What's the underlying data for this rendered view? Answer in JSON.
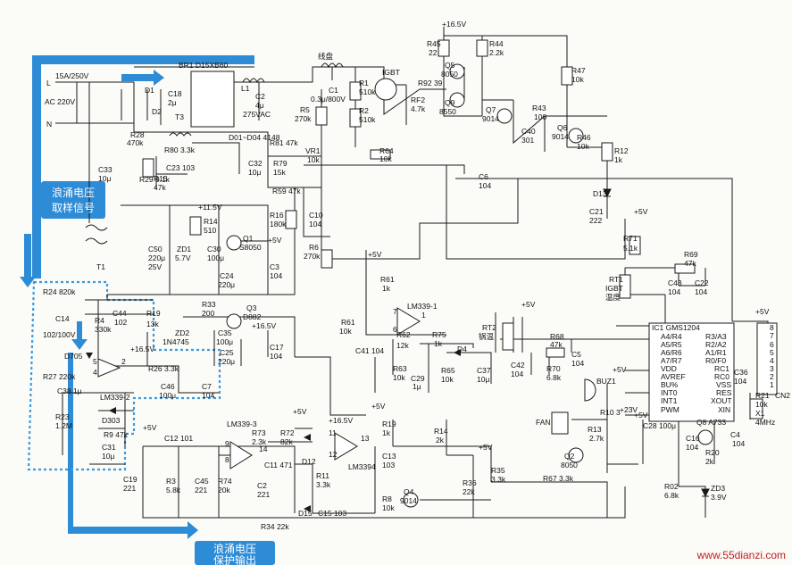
{
  "title": "",
  "watermark": "www.55dianzi.com",
  "callouts": {
    "sample_in": [
      "浪涌电压",
      "取样信号"
    ],
    "detect_out": [
      "浪涌电压",
      "保护输出"
    ]
  },
  "rails": {
    "p16_top": "+16.5V",
    "p11": "+11.5V",
    "p5_a": "+5V"
  },
  "colors": {
    "accent": "#2e8bd6",
    "wire": "#1a1a1a",
    "watermark": "#c21e1e"
  },
  "labels": [
    {
      "id": "fuse",
      "t": "15A/250V"
    },
    {
      "id": "L",
      "t": "L"
    },
    {
      "id": "N",
      "t": "N"
    },
    {
      "id": "ac",
      "t": "AC 220V"
    },
    {
      "id": "br1",
      "t": "BR1 D15XB60"
    },
    {
      "id": "d1",
      "t": "D1"
    },
    {
      "id": "d2",
      "t": "D2"
    },
    {
      "id": "c18",
      "t": "C18"
    },
    {
      "id": "c18v",
      "t": "2μ"
    },
    {
      "id": "t3",
      "t": "T3"
    },
    {
      "id": "l1",
      "t": "L1"
    },
    {
      "id": "c2",
      "t": "C2"
    },
    {
      "id": "c2v",
      "t": "4μ"
    },
    {
      "id": "c2u",
      "t": "275VAC"
    },
    {
      "id": "coil",
      "t": "线盘"
    },
    {
      "id": "c1",
      "t": "C1"
    },
    {
      "id": "c1v",
      "t": "0.3μ/800V"
    },
    {
      "id": "r1",
      "t": "R1"
    },
    {
      "id": "r1v",
      "t": "510k"
    },
    {
      "id": "r2",
      "t": "R2"
    },
    {
      "id": "r2v",
      "t": "510k"
    },
    {
      "id": "igbt",
      "t": "IGBT"
    },
    {
      "id": "r5",
      "t": "R5"
    },
    {
      "id": "r5v",
      "t": "270k"
    },
    {
      "id": "r28",
      "t": "R28"
    },
    {
      "id": "r28v",
      "t": "470k"
    },
    {
      "id": "r80",
      "t": "R80 3.3k"
    },
    {
      "id": "c23",
      "t": "C23 103"
    },
    {
      "id": "d01",
      "t": "D01~D04 4148"
    },
    {
      "id": "r81",
      "t": "R81 47k"
    },
    {
      "id": "c32",
      "t": "C32"
    },
    {
      "id": "c32v",
      "t": "10μ"
    },
    {
      "id": "r79",
      "t": "R79"
    },
    {
      "id": "r79v",
      "t": "15k"
    },
    {
      "id": "vr1",
      "t": "VR1"
    },
    {
      "id": "vr1v",
      "t": "10k"
    },
    {
      "id": "r59",
      "t": "R59 47k"
    },
    {
      "id": "c33",
      "t": "C33"
    },
    {
      "id": "c33v",
      "t": "10μ"
    },
    {
      "id": "r29",
      "t": "R29 9.1k"
    },
    {
      "id": "r15",
      "t": "R15"
    },
    {
      "id": "r15v",
      "t": "47k"
    },
    {
      "id": "r64",
      "t": "R64"
    },
    {
      "id": "r64v",
      "t": "10k"
    },
    {
      "id": "c6",
      "t": "C6"
    },
    {
      "id": "c6v",
      "t": "104"
    },
    {
      "id": "p165",
      "t": "+16.5V"
    },
    {
      "id": "r45",
      "t": "R45"
    },
    {
      "id": "r45v",
      "t": "22"
    },
    {
      "id": "r44",
      "t": "R44"
    },
    {
      "id": "r44v",
      "t": "2.2k"
    },
    {
      "id": "q5",
      "t": "Q5"
    },
    {
      "id": "q5v",
      "t": "8050"
    },
    {
      "id": "q9",
      "t": "Q9"
    },
    {
      "id": "q9v",
      "t": "8550"
    },
    {
      "id": "r92",
      "t": "R92 39"
    },
    {
      "id": "rf2",
      "t": "RF2"
    },
    {
      "id": "rf2v",
      "t": "4.7k"
    },
    {
      "id": "q7",
      "t": "Q7"
    },
    {
      "id": "q7v",
      "t": "9014"
    },
    {
      "id": "c40",
      "t": "C40"
    },
    {
      "id": "c40v",
      "t": "301"
    },
    {
      "id": "r43",
      "t": "R43"
    },
    {
      "id": "r43v",
      "t": "100"
    },
    {
      "id": "q6",
      "t": "Q6"
    },
    {
      "id": "q6v",
      "t": "9014"
    },
    {
      "id": "r47",
      "t": "R47"
    },
    {
      "id": "r47v",
      "t": "10k"
    },
    {
      "id": "r46",
      "t": "R46"
    },
    {
      "id": "r46v",
      "t": "10k"
    },
    {
      "id": "r12",
      "t": "R12"
    },
    {
      "id": "r12v",
      "t": "1k"
    },
    {
      "id": "d13",
      "t": "D13"
    },
    {
      "id": "c21",
      "t": "C21"
    },
    {
      "id": "c21v",
      "t": "222"
    },
    {
      "id": "p115",
      "t": "+11.5V"
    },
    {
      "id": "r14",
      "t": "R14"
    },
    {
      "id": "r14v",
      "t": "510"
    },
    {
      "id": "q1",
      "t": "Q1"
    },
    {
      "id": "q1v",
      "t": "S8050"
    },
    {
      "id": "p5a",
      "t": "+5V"
    },
    {
      "id": "c50",
      "t": "C50"
    },
    {
      "id": "c50v",
      "t": "220μ"
    },
    {
      "id": "c50u",
      "t": "25V"
    },
    {
      "id": "zd1",
      "t": "ZD1"
    },
    {
      "id": "zd1v",
      "t": "5.7V"
    },
    {
      "id": "c30",
      "t": "C30"
    },
    {
      "id": "c30v",
      "t": "100μ"
    },
    {
      "id": "c24",
      "t": "C24"
    },
    {
      "id": "c24v",
      "t": "220μ"
    },
    {
      "id": "c3",
      "t": "C3"
    },
    {
      "id": "c3v",
      "t": "104"
    },
    {
      "id": "r16",
      "t": "R16"
    },
    {
      "id": "r16v",
      "t": "180k"
    },
    {
      "id": "c10",
      "t": "C10"
    },
    {
      "id": "c10v",
      "t": "104"
    },
    {
      "id": "r6",
      "t": "R6"
    },
    {
      "id": "r6v",
      "t": "270k"
    },
    {
      "id": "t1",
      "t": "T1"
    },
    {
      "id": "r24",
      "t": "R24 820k"
    },
    {
      "id": "c14",
      "t": "C14"
    },
    {
      "id": "c14v",
      "t": "102/100V"
    },
    {
      "id": "r4",
      "t": "R4"
    },
    {
      "id": "r4v",
      "t": "330k"
    },
    {
      "id": "c44",
      "t": "C44"
    },
    {
      "id": "c44v",
      "t": "102"
    },
    {
      "id": "r19",
      "t": "R19"
    },
    {
      "id": "r19v",
      "t": "13k"
    },
    {
      "id": "d705",
      "t": "D705"
    },
    {
      "id": "p165b",
      "t": "+16.5V"
    },
    {
      "id": "r27",
      "t": "R27 220k"
    },
    {
      "id": "lm2",
      "t": "LM339-2"
    },
    {
      "id": "r26",
      "t": "R26 3.3k"
    },
    {
      "id": "c46",
      "t": "C46"
    },
    {
      "id": "c46v",
      "t": "100μ"
    },
    {
      "id": "c7",
      "t": "C7"
    },
    {
      "id": "c7v",
      "t": "104"
    },
    {
      "id": "c38",
      "t": "C38 1μ"
    },
    {
      "id": "d303",
      "t": "D303"
    },
    {
      "id": "r9",
      "t": "R9 47k"
    },
    {
      "id": "p5b",
      "t": "+5V"
    },
    {
      "id": "c31",
      "t": "C31"
    },
    {
      "id": "c31v",
      "t": "10μ"
    },
    {
      "id": "r23",
      "t": "R23"
    },
    {
      "id": "r23v",
      "t": "1.2M"
    },
    {
      "id": "r33",
      "t": "R33"
    },
    {
      "id": "r33v",
      "t": "200"
    },
    {
      "id": "q3",
      "t": "Q3"
    },
    {
      "id": "q3v",
      "t": "D882"
    },
    {
      "id": "p165c",
      "t": "+16.5V"
    },
    {
      "id": "zd2",
      "t": "ZD2"
    },
    {
      "id": "zd2v",
      "t": "1N4745"
    },
    {
      "id": "c35",
      "t": "C35"
    },
    {
      "id": "c35v",
      "t": "100μ"
    },
    {
      "id": "c25",
      "t": "C25"
    },
    {
      "id": "c25v",
      "t": "220μ"
    },
    {
      "id": "c17",
      "t": "C17"
    },
    {
      "id": "c17v",
      "t": "104"
    },
    {
      "id": "p5c",
      "t": "+5V"
    },
    {
      "id": "r61",
      "t": "R61"
    },
    {
      "id": "r61v",
      "t": "1k"
    },
    {
      "id": "lm1",
      "t": "LM339-1"
    },
    {
      "id": "r61b",
      "t": "R61"
    },
    {
      "id": "r61bv",
      "t": "10k"
    },
    {
      "id": "c41",
      "t": "C41 104"
    },
    {
      "id": "r62",
      "t": "R62"
    },
    {
      "id": "r62v",
      "t": "12k"
    },
    {
      "id": "r75",
      "t": "R75"
    },
    {
      "id": "r75v",
      "t": "1k"
    },
    {
      "id": "d4",
      "t": "D4"
    },
    {
      "id": "r63",
      "t": "R63"
    },
    {
      "id": "r63v",
      "t": "10k"
    },
    {
      "id": "c29",
      "t": "C29"
    },
    {
      "id": "c29v",
      "t": "1μ"
    },
    {
      "id": "r65",
      "t": "R65"
    },
    {
      "id": "r65v",
      "t": "10k"
    },
    {
      "id": "c37",
      "t": "C37"
    },
    {
      "id": "c37v",
      "t": "10μ"
    },
    {
      "id": "p5d",
      "t": "+5V"
    },
    {
      "id": "rt2",
      "t": "RT2"
    },
    {
      "id": "rt2v",
      "t": "锅温"
    },
    {
      "id": "r68",
      "t": "R68"
    },
    {
      "id": "r68v",
      "t": "47k"
    },
    {
      "id": "c42",
      "t": "C42"
    },
    {
      "id": "c42v",
      "t": "104"
    },
    {
      "id": "r70",
      "t": "R70"
    },
    {
      "id": "r70v",
      "t": "6.8k"
    },
    {
      "id": "c5",
      "t": "C5"
    },
    {
      "id": "c5v",
      "t": "104"
    },
    {
      "id": "p5e",
      "t": "+5V"
    },
    {
      "id": "r71",
      "t": "R71"
    },
    {
      "id": "r71v",
      "t": "5.1k"
    },
    {
      "id": "r69",
      "t": "R69"
    },
    {
      "id": "r69v",
      "t": "47k"
    },
    {
      "id": "rt1",
      "t": "RT1"
    },
    {
      "id": "rt1v",
      "t": "IGBT"
    },
    {
      "id": "rt1u",
      "t": "温度"
    },
    {
      "id": "c43",
      "t": "C43"
    },
    {
      "id": "c43v",
      "t": "104"
    },
    {
      "id": "c22",
      "t": "C22"
    },
    {
      "id": "c22v",
      "t": "104"
    },
    {
      "id": "p5f",
      "t": "+5V"
    },
    {
      "id": "ic1",
      "t": "IC1 GMS1204"
    },
    {
      "id": "pa4",
      "t": "A4/R4"
    },
    {
      "id": "pr3",
      "t": "R3/A3"
    },
    {
      "id": "pa5",
      "t": "A5/R5"
    },
    {
      "id": "pr2",
      "t": "R2/A2"
    },
    {
      "id": "pa6",
      "t": "A6/R6"
    },
    {
      "id": "pa1",
      "t": "A1/R1"
    },
    {
      "id": "pa7",
      "t": "A7/R7"
    },
    {
      "id": "pr0",
      "t": "R0/F0"
    },
    {
      "id": "pvdd",
      "t": "VDD"
    },
    {
      "id": "prc1",
      "t": "RC1"
    },
    {
      "id": "pavr",
      "t": "AVREF"
    },
    {
      "id": "prc0",
      "t": "RC0"
    },
    {
      "id": "pbu",
      "t": "BU%"
    },
    {
      "id": "pvss",
      "t": "VSS"
    },
    {
      "id": "pint0",
      "t": "INT0"
    },
    {
      "id": "pres",
      "t": "RES"
    },
    {
      "id": "pint1",
      "t": "INT1"
    },
    {
      "id": "pxout",
      "t": "XOUT"
    },
    {
      "id": "ppwm",
      "t": "PWM"
    },
    {
      "id": "pxin",
      "t": "XIN"
    },
    {
      "id": "p5g",
      "t": "+5V"
    },
    {
      "id": "c36",
      "t": "C36"
    },
    {
      "id": "c36v",
      "t": "104"
    },
    {
      "id": "r21",
      "t": "R21"
    },
    {
      "id": "r21v",
      "t": "10k"
    },
    {
      "id": "cn2",
      "t": "CN2"
    },
    {
      "id": "x1",
      "t": "X1"
    },
    {
      "id": "x1v",
      "t": "4MHz"
    },
    {
      "id": "c4",
      "t": "C4"
    },
    {
      "id": "c4v",
      "t": "104"
    },
    {
      "id": "buz1",
      "t": "BUZ1"
    },
    {
      "id": "p23",
      "t": "+23V"
    },
    {
      "id": "r10",
      "t": "R10 3"
    },
    {
      "id": "fan",
      "t": "FAN"
    },
    {
      "id": "r13",
      "t": "R13"
    },
    {
      "id": "r13v",
      "t": "2.7k"
    },
    {
      "id": "q2",
      "t": "Q2"
    },
    {
      "id": "q2v",
      "t": "8050"
    },
    {
      "id": "p5h",
      "t": "+5V"
    },
    {
      "id": "c28",
      "t": "C28 100μ"
    },
    {
      "id": "c16",
      "t": "C16"
    },
    {
      "id": "c16v",
      "t": "104"
    },
    {
      "id": "q8",
      "t": "Q8 A733"
    },
    {
      "id": "r20",
      "t": "R20"
    },
    {
      "id": "r20v",
      "t": "2k"
    },
    {
      "id": "r02",
      "t": "R02"
    },
    {
      "id": "r02v",
      "t": "6.8k"
    },
    {
      "id": "zd3",
      "t": "ZD3"
    },
    {
      "id": "zd3v",
      "t": "3.9V"
    },
    {
      "id": "lm3",
      "t": "LM339-3"
    },
    {
      "id": "r73",
      "t": "R73"
    },
    {
      "id": "r73v",
      "t": "2.3k"
    },
    {
      "id": "r72",
      "t": "R72"
    },
    {
      "id": "r72v",
      "t": "82k"
    },
    {
      "id": "d12",
      "t": "D12"
    },
    {
      "id": "p5i",
      "t": "+5V"
    },
    {
      "id": "c12",
      "t": "C12 101"
    },
    {
      "id": "c11",
      "t": "C11 471"
    },
    {
      "id": "c2b",
      "t": "C2"
    },
    {
      "id": "c2bv",
      "t": "221"
    },
    {
      "id": "r11",
      "t": "R11"
    },
    {
      "id": "r11v",
      "t": "3.3k"
    },
    {
      "id": "c19",
      "t": "C19"
    },
    {
      "id": "c19v",
      "t": "221"
    },
    {
      "id": "r3",
      "t": "R3"
    },
    {
      "id": "r3v",
      "t": "5.8k"
    },
    {
      "id": "c45",
      "t": "C45"
    },
    {
      "id": "c45v",
      "t": "221"
    },
    {
      "id": "r74",
      "t": "R74"
    },
    {
      "id": "r74v",
      "t": "20k"
    },
    {
      "id": "d15",
      "t": "D15"
    },
    {
      "id": "c15",
      "t": "C15 103"
    },
    {
      "id": "r34",
      "t": "R34 22k"
    },
    {
      "id": "p165d",
      "t": "+16.5V"
    },
    {
      "id": "lm4",
      "t": "LM3394"
    },
    {
      "id": "p5j",
      "t": "+5V"
    },
    {
      "id": "r19b",
      "t": "R19"
    },
    {
      "id": "r19bv",
      "t": "1k"
    },
    {
      "id": "r14b",
      "t": "R14"
    },
    {
      "id": "r14bv",
      "t": "2k"
    },
    {
      "id": "c13",
      "t": "C13"
    },
    {
      "id": "c13v",
      "t": "103"
    },
    {
      "id": "p5k",
      "t": "+5V"
    },
    {
      "id": "r35",
      "t": "R35"
    },
    {
      "id": "r35v",
      "t": "3.3k"
    },
    {
      "id": "r36",
      "t": "R36"
    },
    {
      "id": "r36v",
      "t": "22k"
    },
    {
      "id": "q4",
      "t": "Q4"
    },
    {
      "id": "q4v",
      "t": "9014"
    },
    {
      "id": "r8",
      "t": "R8"
    },
    {
      "id": "r8v",
      "t": "10k"
    },
    {
      "id": "r67",
      "t": "R67 3.3k"
    },
    {
      "id": "pin9",
      "t": "9"
    },
    {
      "id": "pin8",
      "t": "8"
    },
    {
      "id": "pin14",
      "t": "14"
    },
    {
      "id": "pin13",
      "t": "13"
    },
    {
      "id": "pin11",
      "t": "11"
    },
    {
      "id": "pin12",
      "t": "12"
    },
    {
      "id": "pin5",
      "t": "5"
    },
    {
      "id": "pin4",
      "t": "4"
    },
    {
      "id": "pin2",
      "t": "2"
    },
    {
      "id": "pin7",
      "t": "7"
    },
    {
      "id": "pin6",
      "t": "6"
    },
    {
      "id": "pin1",
      "t": "1"
    },
    {
      "id": "cn8",
      "t": "8"
    },
    {
      "id": "cn7",
      "t": "7"
    },
    {
      "id": "cn6",
      "t": "6"
    },
    {
      "id": "cn5",
      "t": "5"
    },
    {
      "id": "cn4",
      "t": "4"
    },
    {
      "id": "cn3",
      "t": "3"
    },
    {
      "id": "cn2p",
      "t": "2"
    },
    {
      "id": "cn1",
      "t": "1"
    }
  ]
}
